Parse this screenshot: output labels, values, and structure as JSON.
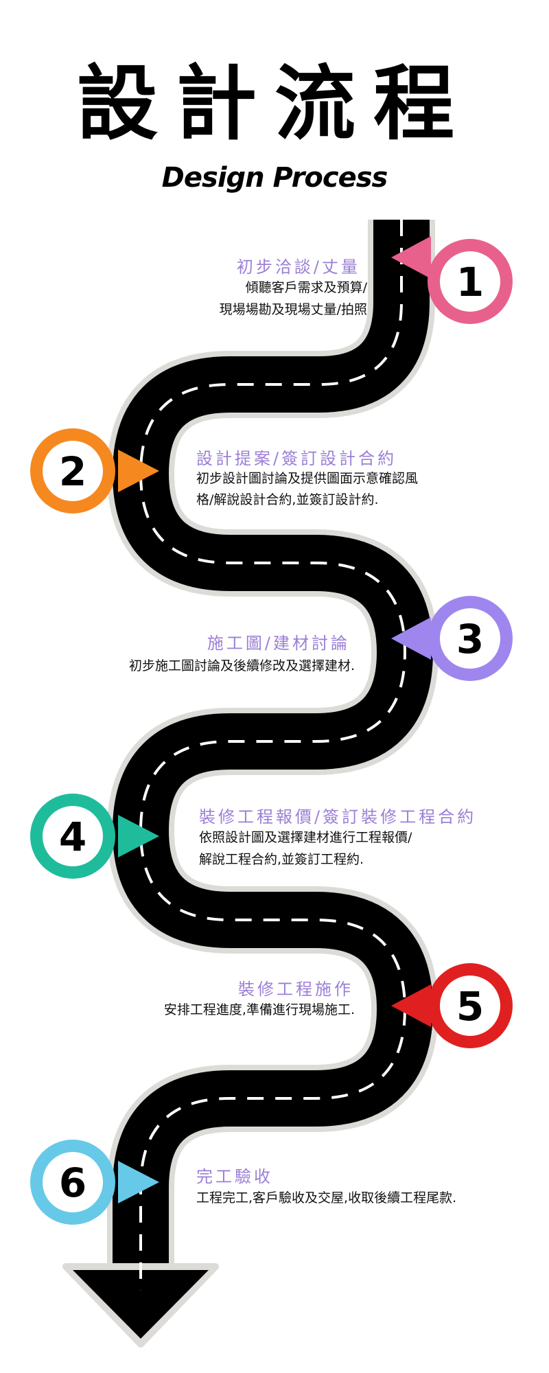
{
  "header": {
    "title": "設計流程",
    "subtitle": "Design Process"
  },
  "steps": [
    {
      "number": "1",
      "title": "初步洽談/丈量",
      "desc": [
        "傾聽客戶需求及預算/",
        "現場場勘及現場丈量/拍照"
      ],
      "color": "#e8618c"
    },
    {
      "number": "2",
      "title": "設計提案/簽訂設計合約",
      "desc": [
        "初步設計圖討論及提供圖面示意確認風",
        "格/解說設計合約,並簽訂設計約."
      ],
      "color": "#f5891f"
    },
    {
      "number": "3",
      "title": "施工圖/建材討論",
      "desc": [
        "初步施工圖討論及後續修改及選擇建材."
      ],
      "color": "#9f86ee"
    },
    {
      "number": "4",
      "title": "裝修工程報價/簽訂裝修工程合約",
      "desc": [
        "依照設計圖及選擇建材進行工程報價/",
        "解說工程合約,並簽訂工程約."
      ],
      "color": "#1fbc9c"
    },
    {
      "number": "5",
      "title": "裝修工程施作",
      "desc": [
        "安排工程進度,準備進行現場施工."
      ],
      "color": "#e02020"
    },
    {
      "number": "6",
      "title": "完工驗收",
      "desc": [
        "工程完工,客戶驗收及交屋,收取後續工程尾款."
      ],
      "color": "#66c9e8"
    }
  ]
}
